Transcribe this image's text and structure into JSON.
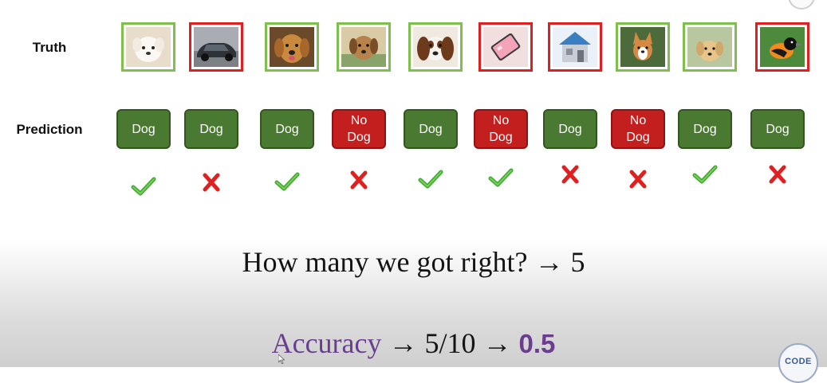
{
  "labels": {
    "truth": "Truth",
    "prediction": "Prediction"
  },
  "colors": {
    "correct_frame": "#7fbf4d",
    "wrong_frame": "#e02020",
    "dog_button": "#4a7a32",
    "nodog_button": "#c41f1f",
    "check": "#3faa2f",
    "cross": "#e02020",
    "accent_purple": "#6a3d8f"
  },
  "items": [
    {
      "truth_image": "white-puppy",
      "truth_is_dog": true,
      "prediction": "Dog",
      "correct": true
    },
    {
      "truth_image": "car",
      "truth_is_dog": false,
      "prediction": "Dog",
      "correct": false
    },
    {
      "truth_image": "golden-retriever",
      "truth_is_dog": true,
      "prediction": "Dog",
      "correct": true
    },
    {
      "truth_image": "brown-dog",
      "truth_is_dog": true,
      "prediction": "No\nDog",
      "correct": false
    },
    {
      "truth_image": "spaniel",
      "truth_is_dog": true,
      "prediction": "Dog",
      "correct": true
    },
    {
      "truth_image": "smartphone",
      "truth_is_dog": false,
      "prediction": "No\nDog",
      "correct": true
    },
    {
      "truth_image": "house",
      "truth_is_dog": false,
      "prediction": "Dog",
      "correct": false
    },
    {
      "truth_image": "corgi",
      "truth_is_dog": true,
      "prediction": "No\nDog",
      "correct": false
    },
    {
      "truth_image": "golden-puppy",
      "truth_is_dog": true,
      "prediction": "Dog",
      "correct": true
    },
    {
      "truth_image": "oriole-bird",
      "truth_is_dog": false,
      "prediction": "Dog",
      "correct": false
    }
  ],
  "question": {
    "text": "How many we got right?",
    "arrow": "→",
    "answer": "5"
  },
  "accuracy": {
    "word": "Accuracy",
    "arrow1": "→",
    "fraction": "5/10",
    "arrow2": "→",
    "value": "0.5"
  },
  "logo": {
    "text": "CODE"
  }
}
